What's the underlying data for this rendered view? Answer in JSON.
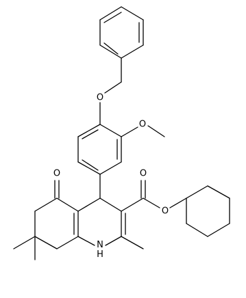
{
  "structure": {
    "atom_labels": {
      "o_benzyl_ether": "O",
      "o_methoxy": "O",
      "o_ketone": "O",
      "o_carbonyl": "O",
      "o_ester": "O",
      "nh": "H"
    },
    "nh_label": {
      "n": "N",
      "h": "H"
    }
  },
  "colors": {
    "bond": "#000000",
    "text": "#000000",
    "background": "#ffffff"
  }
}
